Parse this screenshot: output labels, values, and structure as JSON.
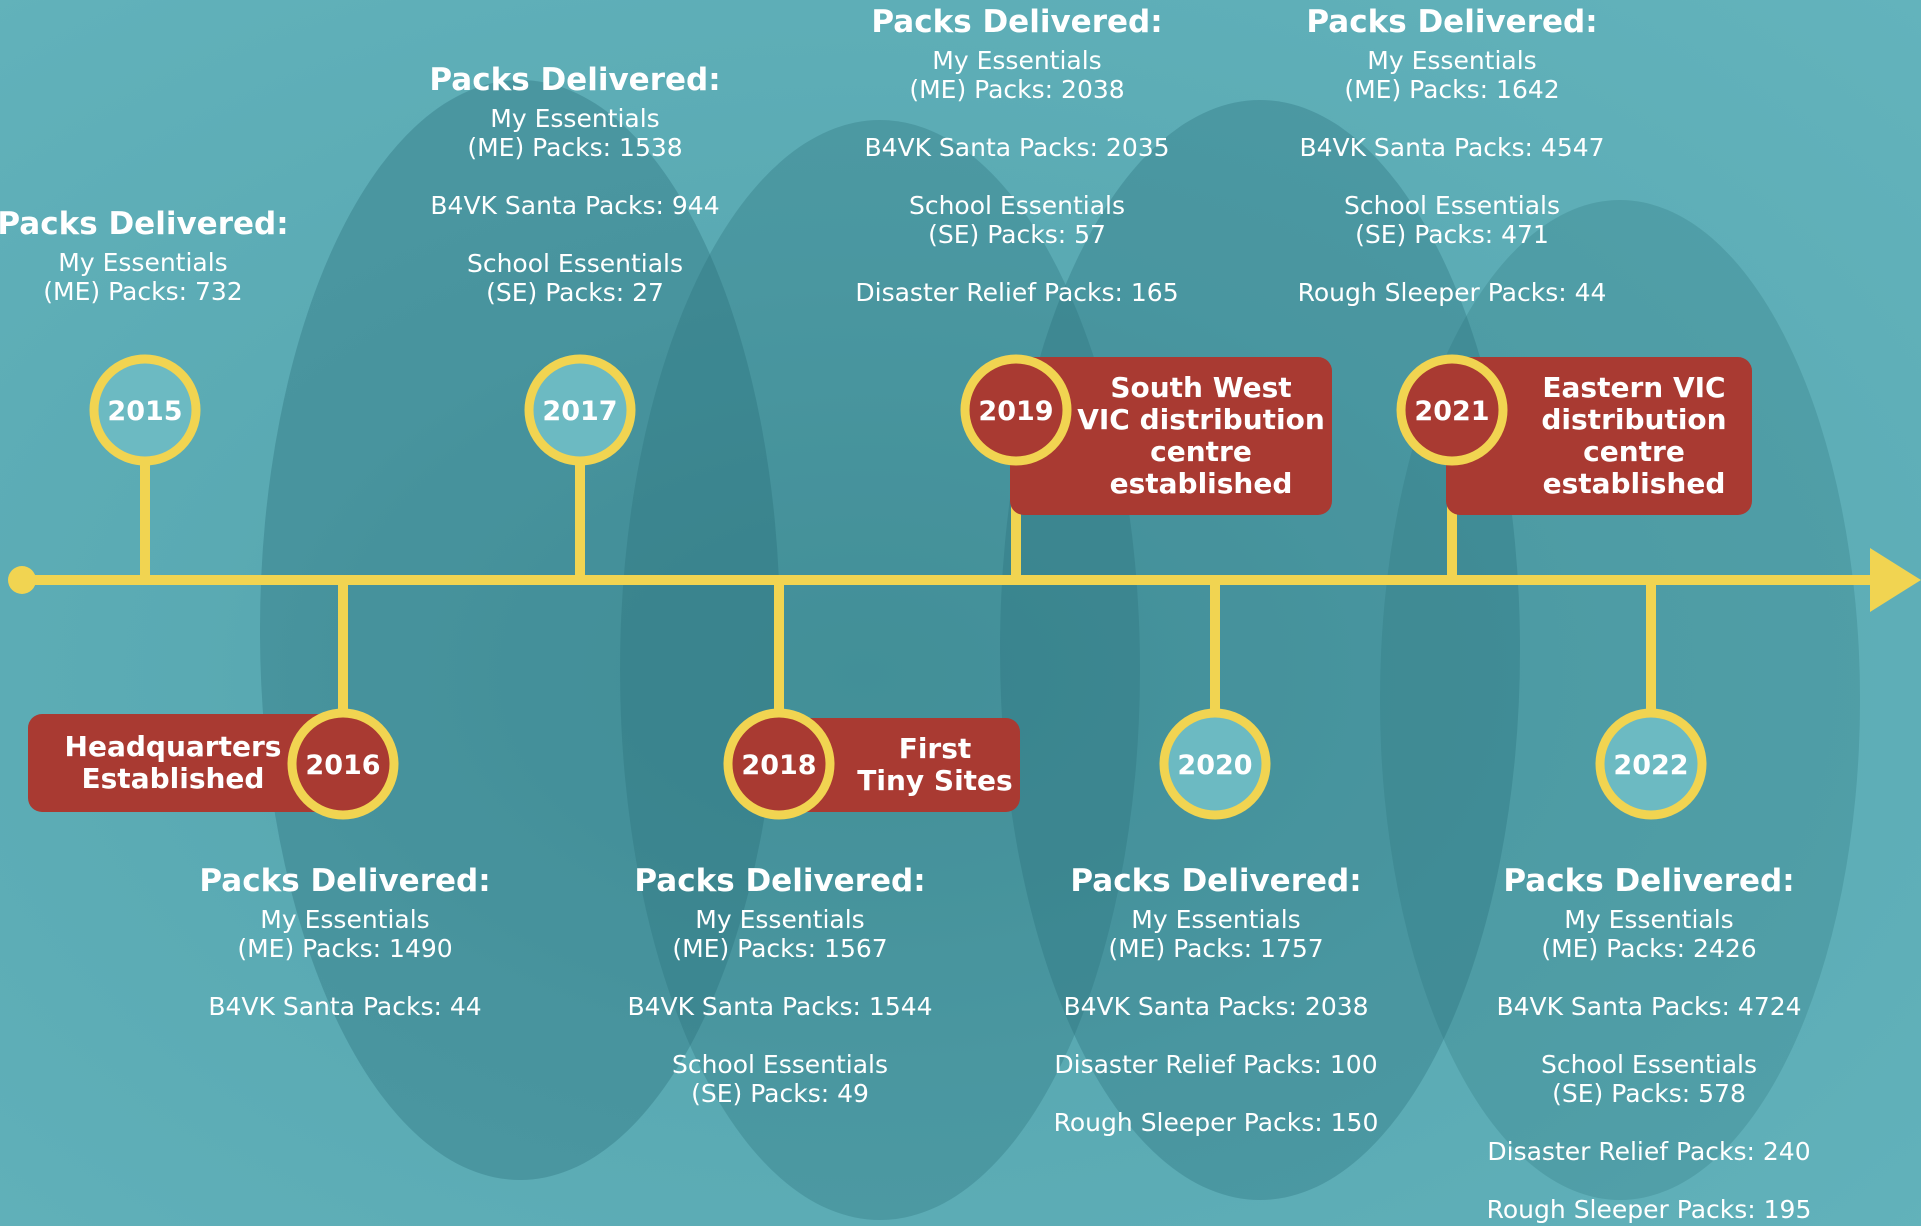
{
  "timeline": {
    "colors": {
      "line": "#f1d451",
      "ring": "#f1d451",
      "teal_fill": "#6cbac2",
      "red_fill": "#a93a32",
      "background": "#5aaab3"
    },
    "entries": [
      {
        "year": "2015",
        "heading": "Packs Delivered:",
        "items": [
          "My Essentials\n(ME) Packs: 732"
        ]
      },
      {
        "year": "2016",
        "heading": "Packs Delivered:",
        "items": [
          "My Essentials\n(ME) Packs: 1490",
          "B4VK Santa Packs: 44"
        ],
        "milestone": "Headquarters\nEstablished"
      },
      {
        "year": "2017",
        "heading": "Packs Delivered:",
        "items": [
          "My Essentials\n(ME) Packs: 1538",
          "B4VK Santa Packs: 944",
          "School Essentials\n(SE) Packs: 27"
        ]
      },
      {
        "year": "2018",
        "heading": "Packs Delivered:",
        "items": [
          "My Essentials\n(ME) Packs: 1567",
          "B4VK Santa Packs: 1544",
          "School Essentials\n(SE) Packs: 49"
        ],
        "milestone": "First\nTiny Sites"
      },
      {
        "year": "2019",
        "heading": "Packs Delivered:",
        "items": [
          "My Essentials\n(ME) Packs: 2038",
          "B4VK Santa Packs: 2035",
          "School Essentials\n(SE) Packs: 57",
          "Disaster Relief Packs: 165"
        ],
        "milestone": "South West\nVIC distribution\ncentre\nestablished"
      },
      {
        "year": "2020",
        "heading": "Packs Delivered:",
        "items": [
          "My Essentials\n(ME) Packs: 1757",
          "B4VK Santa Packs: 2038",
          "Disaster Relief Packs: 100",
          "Rough Sleeper Packs: 150"
        ]
      },
      {
        "year": "2021",
        "heading": "Packs Delivered:",
        "items": [
          "My Essentials\n(ME) Packs: 1642",
          "B4VK Santa Packs: 4547",
          "School Essentials\n(SE) Packs: 471",
          "Rough Sleeper Packs: 44"
        ],
        "milestone": "Eastern VIC\ndistribution\ncentre\nestablished"
      },
      {
        "year": "2022",
        "heading": "Packs Delivered:",
        "items": [
          "My Essentials\n(ME) Packs: 2426",
          "B4VK Santa Packs: 4724",
          "School Essentials\n(SE) Packs: 578",
          "Disaster Relief Packs: 240",
          "Rough Sleeper Packs: 195"
        ]
      }
    ]
  }
}
